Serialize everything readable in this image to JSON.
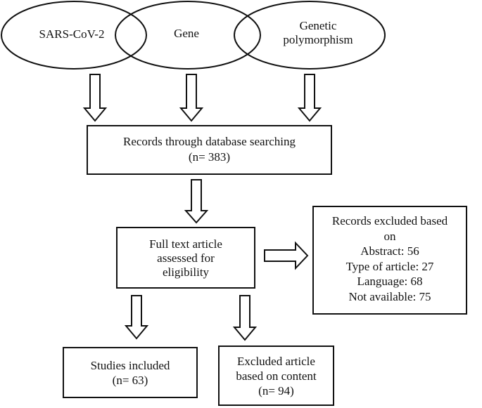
{
  "colors": {
    "stroke": "#111111",
    "fill": "#ffffff",
    "text": "#111111"
  },
  "ellipses": {
    "sars": "SARS-CoV-2",
    "gene": "Gene",
    "genetic_line1": "Genetic",
    "genetic_line2": "polymorphism"
  },
  "records_box": {
    "line1": "Records through database searching",
    "line2": "(n= 383)"
  },
  "fulltext_box": {
    "line1": "Full text article",
    "line2": "assessed for",
    "line3": "eligibility"
  },
  "excluded_box": {
    "line1": "Records excluded based",
    "line2": "on",
    "line3": "Abstract: 56",
    "line4": "Type of article: 27",
    "line5": "Language: 68",
    "line6": "Not available: 75"
  },
  "included_box": {
    "line1": "Studies included",
    "line2": "(n= 63)"
  },
  "content_box": {
    "line1": "Excluded article",
    "line2": "based on content",
    "line3": "(n= 94)"
  }
}
